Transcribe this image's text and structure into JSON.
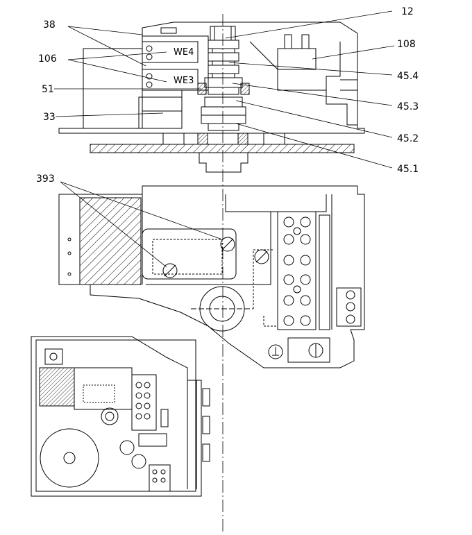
{
  "callouts": {
    "c12": "12",
    "c38": "38",
    "c106": "106",
    "c108": "108",
    "c51": "51",
    "c33": "33",
    "c45_4": "45.4",
    "c45_3": "45.3",
    "c45_2": "45.2",
    "c45_1": "45.1",
    "c393": "393"
  },
  "switch_labels": {
    "we4": "WE4",
    "we3": "WE3"
  },
  "colors": {
    "line": "#000000",
    "background": "#ffffff",
    "hatch": "#000000"
  }
}
